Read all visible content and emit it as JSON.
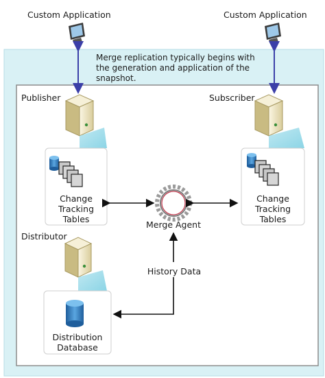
{
  "top": {
    "left_app_label": "Custom Application",
    "right_app_label": "Custom Application"
  },
  "note": {
    "line1": "Merge replication typically begins with",
    "line2": "the generation and application of the",
    "line3": "snapshot."
  },
  "publisher": {
    "label": "Publisher",
    "tables_line1": "Change",
    "tables_line2": "Tracking",
    "tables_line3": "Tables"
  },
  "subscriber": {
    "label": "Subscriber",
    "tables_line1": "Change",
    "tables_line2": "Tracking",
    "tables_line3": "Tables"
  },
  "merge_agent": {
    "label": "Merge Agent"
  },
  "history": {
    "label": "History Data"
  },
  "distributor": {
    "label": "Distributor",
    "db_line1": "Distribution",
    "db_line2": "Database"
  },
  "colors": {
    "outer_panel": "#d9f1f5",
    "inner_panel": "#ffffff",
    "connector_blue": "#3b3fa8",
    "arrow_black": "#111111",
    "cylinder_blue": "#2f7fc4",
    "server_tan": "#efe6c5"
  }
}
